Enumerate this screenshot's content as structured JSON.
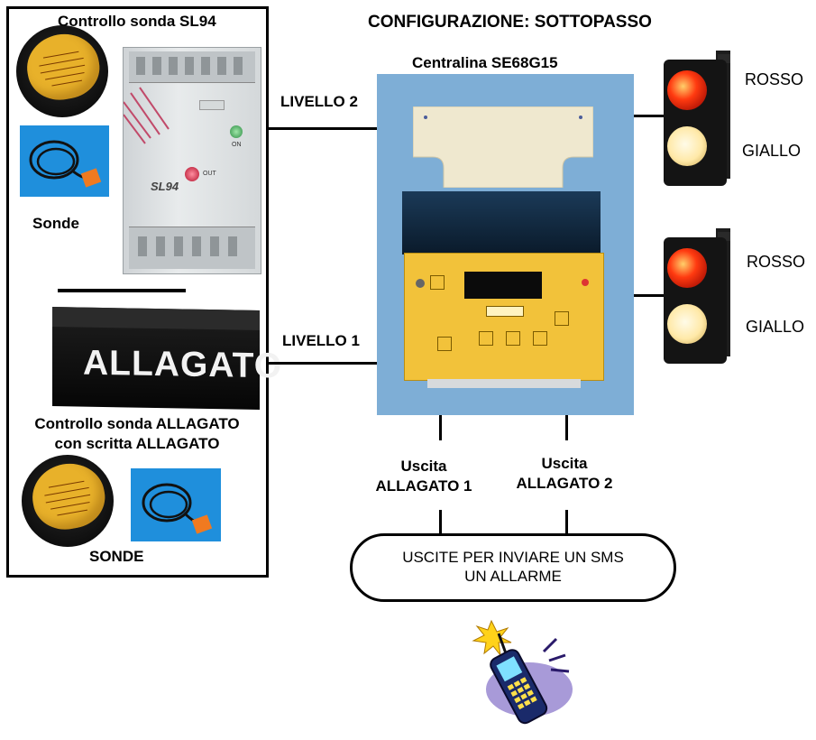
{
  "title": "CONFIGURAZIONE: SOTTOPASSO",
  "left_panel": {
    "sl94_title": "Controllo sonda SL94",
    "sl94_module_text": "SL94",
    "sl94_led_on_text": "ON",
    "sl94_led_out_text": "OUT",
    "sonde_label": "Sonde",
    "sign_text": "ALLAGATO",
    "allagato_title_line1": "Controllo sonda ALLAGATO",
    "allagato_title_line2": "con scritta ALLAGATO",
    "sonde_upper_label": "SONDE"
  },
  "central_unit": {
    "title": "Centralina SE68G15"
  },
  "levels": {
    "level2": "LIVELLO 2",
    "level1": "LIVELLO 1"
  },
  "traffic_lights": [
    {
      "red_label": "ROSSO",
      "yellow_label": "GIALLO"
    },
    {
      "red_label": "ROSSO",
      "yellow_label": "GIALLO"
    }
  ],
  "outputs": {
    "out1_line1": "Uscita",
    "out1_line2": "ALLAGATO 1",
    "out2_line1": "Uscita",
    "out2_line2": "ALLAGATO 2"
  },
  "sms_box": {
    "line1": "USCITE PER INVIARE UN SMS",
    "line2": "UN ALLARME"
  },
  "colors": {
    "probe_yellow": "#e8b12a",
    "cable_blue": "#1f8fdc",
    "central_bg": "#7eaed6",
    "panel_yellow": "#f2c23a",
    "lamp_red": "#ff3a10",
    "lamp_yellow": "#ffe9a8"
  }
}
